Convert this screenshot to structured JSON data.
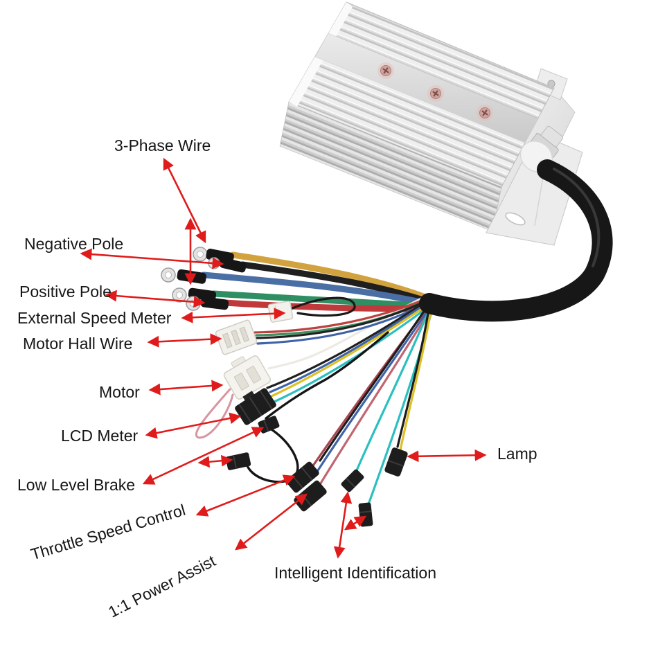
{
  "figure": {
    "background": "#ffffff",
    "subject": "Brushless e-bike motor controller with labeled wiring harness",
    "annotation_arrow_color": "#e01b1b",
    "palette": {
      "phase_yellow": "#d2a23f",
      "negative_black": "#1f1f1f",
      "phase_blue": "#4a6fa5",
      "phase_green": "#2f8f63",
      "positive_red": "#c0393b",
      "signal_cyan": "#2bbfbf",
      "signal_yellow": "#ddc125",
      "signal_maroon": "#a84752",
      "signal_pink": "#d795a0",
      "harness_black": "#171717",
      "connector_black": "#1d1d1d",
      "connector_white": "#f3f1ec",
      "controller_body": "#dcdcdc",
      "screw_red": "#cfa49e"
    }
  },
  "labels": [
    {
      "id": "3-phase-wire",
      "text": "3-Phase Wire",
      "target": "three thick phase wires with ring terminals",
      "wire_colors": [
        "#d2a23f",
        "#4a6fa5",
        "#2f8f63"
      ]
    },
    {
      "id": "negative-pole",
      "text": "Negative Pole",
      "target": "thick black wire ring terminal",
      "wire_colors": [
        "#1f1f1f"
      ]
    },
    {
      "id": "positive-pole",
      "text": "Positive Pole",
      "target": "thick red wire ring terminal",
      "wire_colors": [
        "#c0393b"
      ]
    },
    {
      "id": "external-speed-meter",
      "text": "External Speed Meter",
      "target": "small white connector with black loop",
      "connector_color": "#f3f1ec"
    },
    {
      "id": "motor-hall-wire",
      "text": "Motor Hall Wire",
      "target": "white multi-pin connector",
      "connector_color": "#f3f1ec"
    },
    {
      "id": "motor",
      "text": "Motor",
      "target": "large white connector",
      "connector_color": "#f3f1ec"
    },
    {
      "id": "lcd-meter",
      "text": "LCD Meter",
      "target": "large black connector",
      "connector_color": "#1d1d1d"
    },
    {
      "id": "low-level-brake",
      "text": "Low Level Brake",
      "target": "small black connectors",
      "connector_color": "#1d1d1d"
    },
    {
      "id": "throttle-speed-control",
      "text": "Throttle Speed Control",
      "target": "black connector",
      "connector_color": "#1d1d1d"
    },
    {
      "id": "power-assist",
      "text": "1:1 Power Assist",
      "target": "black connector",
      "connector_color": "#1d1d1d"
    },
    {
      "id": "intelligent-identification",
      "text": "Intelligent Identification",
      "target": "two black connectors on cyan wires",
      "wire_colors": [
        "#2bbfbf"
      ]
    },
    {
      "id": "lamp",
      "text": "Lamp",
      "target": "black connector on yellow and black wires",
      "wire_colors": [
        "#ddc125",
        "#1f1f1f"
      ]
    }
  ]
}
